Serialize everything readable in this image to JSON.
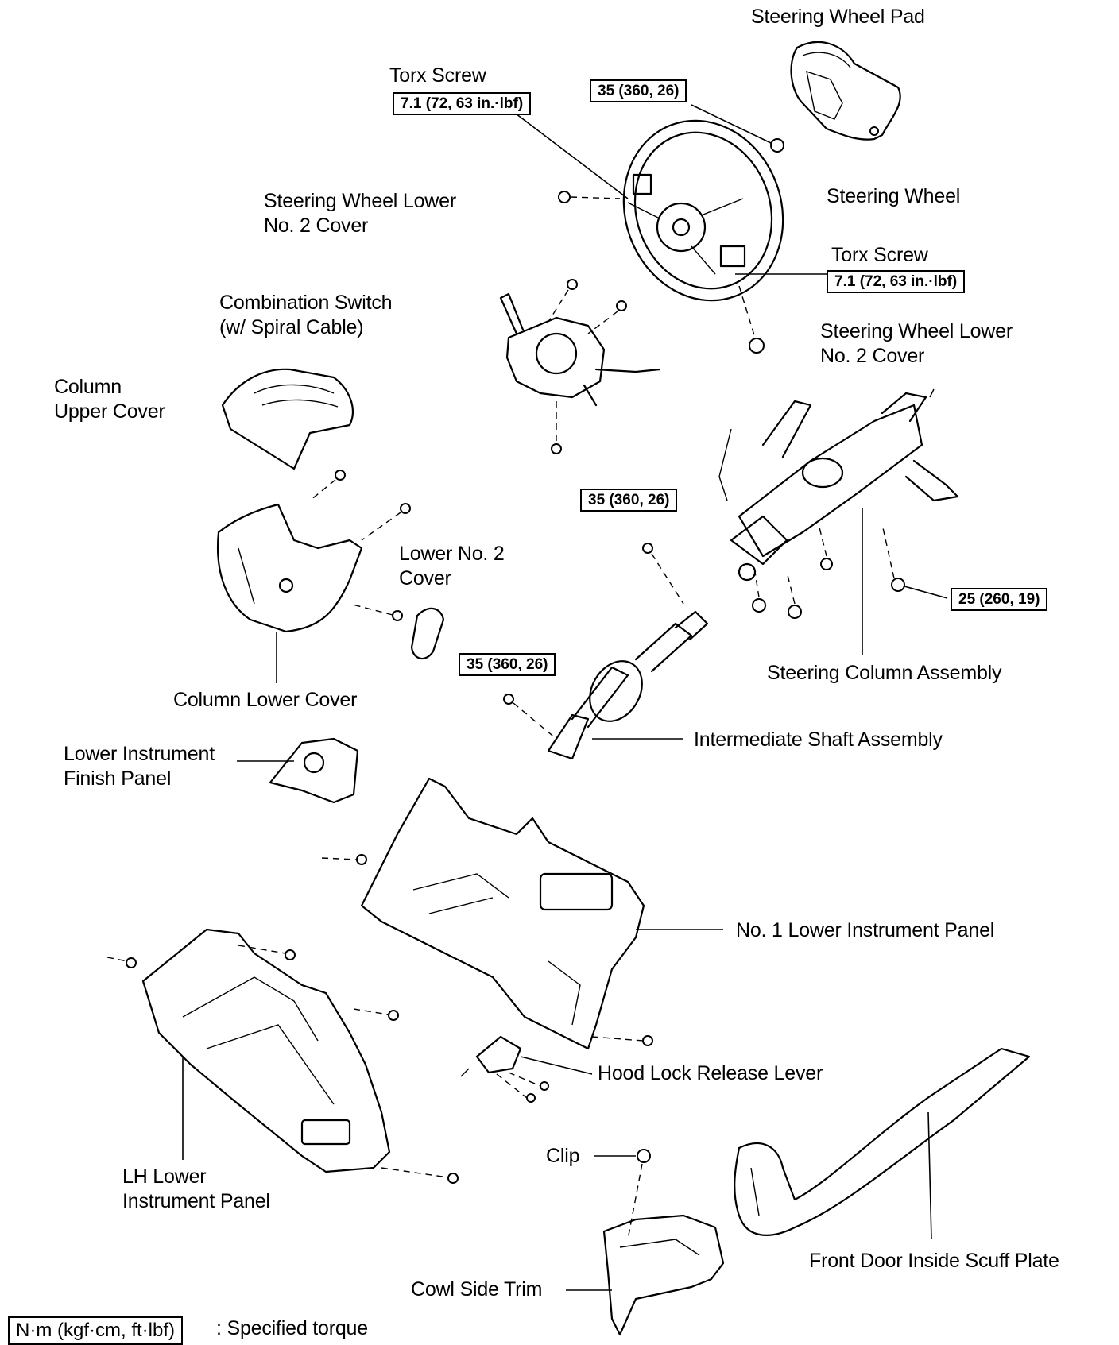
{
  "labels": {
    "steering_wheel_pad": "Steering Wheel Pad",
    "torx_screw_left": "Torx Screw",
    "torx_screw_right": "Torx Screw",
    "steering_wheel": "Steering Wheel",
    "sw_lower_cover_left": "Steering Wheel Lower\nNo. 2 Cover",
    "sw_lower_cover_right": "Steering Wheel Lower\nNo. 2 Cover",
    "combination_switch": "Combination Switch\n(w/ Spiral Cable)",
    "column_upper_cover": "Column\nUpper Cover",
    "lower_no2_cover": "Lower No. 2\nCover",
    "column_lower_cover": "Column Lower Cover",
    "steering_column_assembly": "Steering Column Assembly",
    "intermediate_shaft": "Intermediate Shaft Assembly",
    "lower_instrument_finish_panel": "Lower Instrument\nFinish Panel",
    "no1_lower_instrument_panel": "No. 1 Lower Instrument Panel",
    "hood_lock_release_lever": "Hood Lock Release Lever",
    "lh_lower_instrument_panel": "LH Lower\nInstrument Panel",
    "clip": "Clip",
    "cowl_side_trim": "Cowl Side Trim",
    "front_door_scuff_plate": "Front Door Inside Scuff Plate"
  },
  "torques": {
    "torx_left": "7.1 (72, 63 in.·lbf)",
    "torx_right": "7.1 (72, 63 in.·lbf)",
    "wheel_nut": "35 (360, 26)",
    "shaft_upper": "35 (360, 26)",
    "shaft_lower": "35 (360, 26)",
    "column_nut": "25 (260, 19)"
  },
  "legend": {
    "unit": "N·m (kgf·cm, ft·lbf)",
    "description": ": Specified torque"
  }
}
